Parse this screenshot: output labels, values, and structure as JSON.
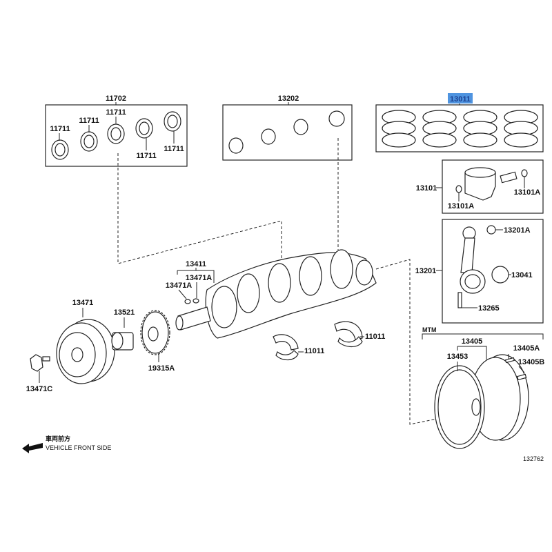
{
  "diagram": {
    "groups": {
      "main_bearing_set": "11702",
      "rod_bearing_set": "13202",
      "piston_ring_set": "13011",
      "piston": "13101",
      "connecting_rod": "13201",
      "crankshaft": "13411",
      "flywheel": "13405"
    },
    "labels": {
      "main_bearing": "11711",
      "piston_pin_clip": "13101A",
      "rod_bushing": "13201A",
      "rod_bearing": "13041",
      "rod_bolt": "13265",
      "crank_key": "13471A",
      "pulley": "13471",
      "timing_gear": "13521",
      "sensor_plate": "19315A",
      "pulley_bolt": "13471C",
      "thrust_washer": "11011",
      "variant": "MTM",
      "flywheel_pin": "13405A",
      "ring_gear": "13453",
      "flywheel_bolt": "13405B"
    },
    "highlighted": "13011",
    "highlight_color": "#4f94e0",
    "direction_jp": "車両前方",
    "direction_en": "VEHICLE FRONT SIDE",
    "figure_id": "132762"
  }
}
